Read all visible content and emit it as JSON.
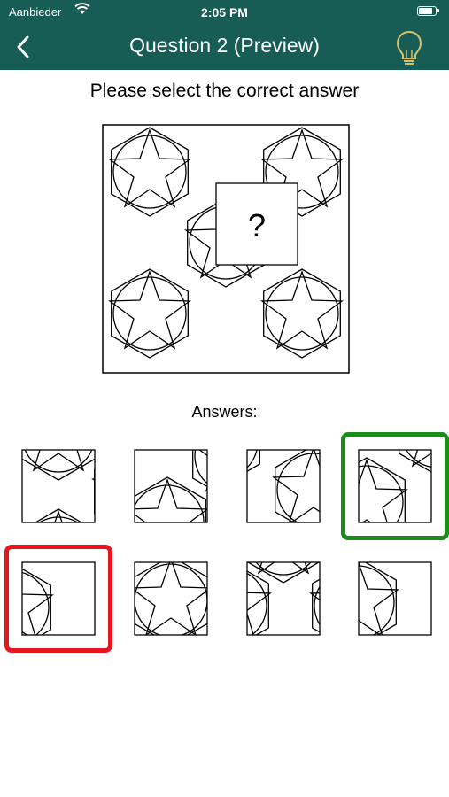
{
  "status_bar": {
    "carrier": "Aanbieder",
    "time": "2:05 PM",
    "battery_level": 0.9
  },
  "header": {
    "title": "Question 2 (Preview)",
    "back_icon": "chevron-left-icon",
    "hint_icon": "lightbulb-icon"
  },
  "instruction": "Please select the correct answer",
  "puzzle": {
    "missing_mark": "?"
  },
  "answers_label": "Answers:",
  "answers": [
    {
      "id": 1,
      "state": "none"
    },
    {
      "id": 2,
      "state": "none"
    },
    {
      "id": 3,
      "state": "none"
    },
    {
      "id": 4,
      "state": "correct"
    },
    {
      "id": 5,
      "state": "wrong"
    },
    {
      "id": 6,
      "state": "none"
    },
    {
      "id": 7,
      "state": "none"
    },
    {
      "id": 8,
      "state": "none"
    }
  ],
  "colors": {
    "header_bg": "#175d56",
    "correct": "#1a8c1a",
    "wrong": "#e8141e",
    "bulb": "#d7c06a"
  }
}
